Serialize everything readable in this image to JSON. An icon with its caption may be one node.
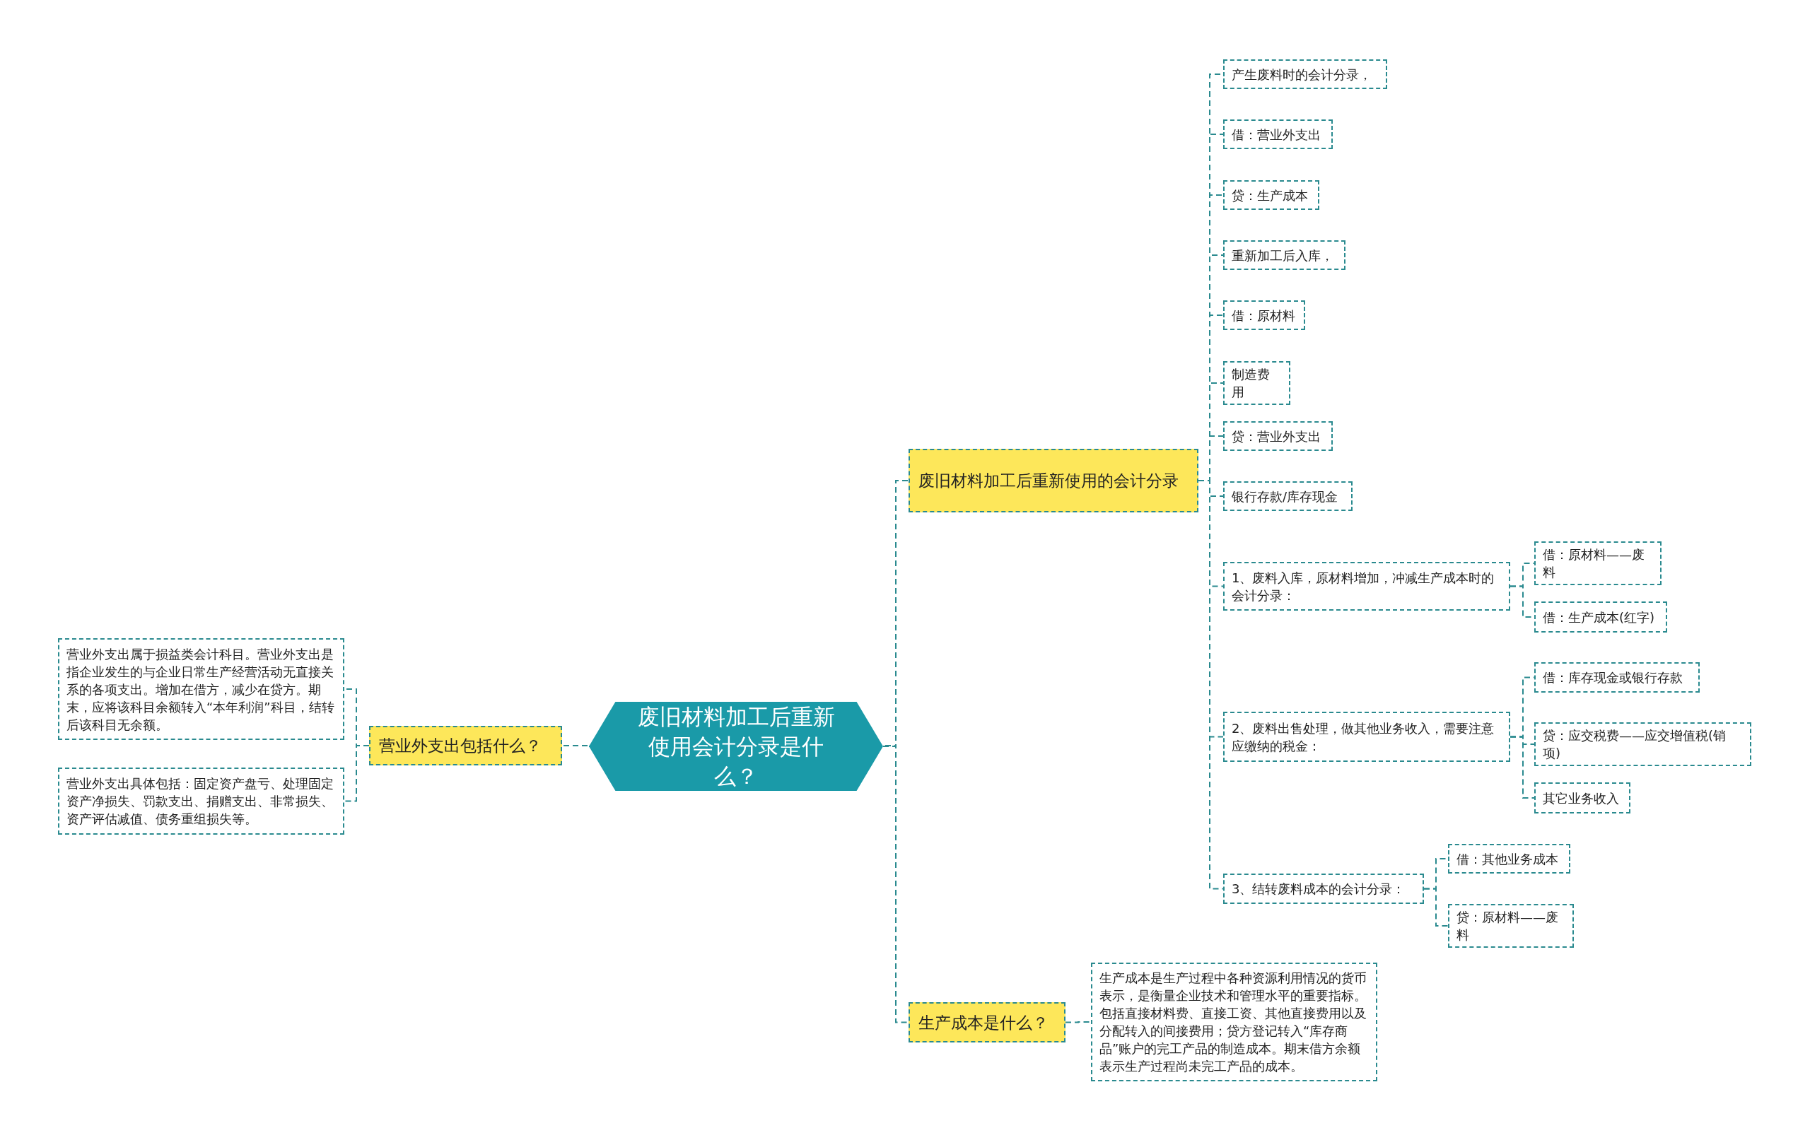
{
  "diagram": {
    "nodes": [
      {
        "text": [
          "废旧材料加工后重新使用会计分录是什么？"
        ]
      },
      {
        "text": [
          "营业外支出包括什么？"
        ]
      },
      {
        "text": [
          "营业外支出属于损益类会计科目。营业外支出是指企业发生的与企业日常生产经营活动无直接关系的各项支出。增加在借方，减少在贷方。期末，应将该科目余额转入“本年利润”科目，结转后该科目无余额。"
        ]
      },
      {
        "text": [
          "营业外支出具体包括：固定资产盘亏、处理固定资产净损失、罚款支出、捐赠支出、非常损失、资产评估减值、债务重组损失等。"
        ]
      },
      {
        "text": [
          "废旧材料加工后重新使用的会计分录"
        ]
      },
      {
        "text": [
          "产生废料时的会计分录，"
        ]
      },
      {
        "text": [
          "借：营业外支出"
        ]
      },
      {
        "text": [
          "贷：生产成本"
        ]
      },
      {
        "text": [
          "重新加工后入库，"
        ]
      },
      {
        "text": [
          "借：原材料"
        ]
      },
      {
        "text": [
          "制造费用"
        ]
      },
      {
        "text": [
          "贷：营业外支出"
        ]
      },
      {
        "text": [
          "银行存款/库存现金"
        ]
      },
      {
        "text": [
          "1、废料入库，原材料增加，冲减生产成本时的会计分录："
        ]
      },
      {
        "text": [
          "借：原材料——废料"
        ]
      },
      {
        "text": [
          "借：生产成本(红字)"
        ]
      },
      {
        "text": [
          "2、废料出售处理，做其他业务收入，需要注意应缴纳的税金："
        ]
      },
      {
        "text": [
          "借：库存现金或银行存款"
        ]
      },
      {
        "text": [
          "贷：应交税费——应交增值税(销项)"
        ]
      },
      {
        "text": [
          "其它业务收入"
        ]
      },
      {
        "text": [
          "3、结转废料成本的会计分录："
        ]
      },
      {
        "text": [
          "借：其他业务成本"
        ]
      },
      {
        "text": [
          "贷：原材料——废料"
        ]
      },
      {
        "text": [
          "生产成本是什么？"
        ]
      },
      {
        "text": [
          "生产成本是生产过程中各种资源利用情况的货币表示，是衡量企业技术和管理水平的重要指标。包括直接材料费、直接工资、其他直接费用以及分配转入的间接费用；贷方登记转入“库存商品”账户的完工产品的制造成本。期末借方余额表示生产过程尚未完工产品的成本。"
        ]
      }
    ],
    "edges": [
      {
        "from": 0,
        "to": 1,
        "arrow": "none"
      },
      {
        "from": 1,
        "to": 2,
        "arrow": "none"
      },
      {
        "from": 1,
        "to": 3,
        "arrow": "none"
      },
      {
        "from": 0,
        "to": 4,
        "arrow": "none"
      },
      {
        "from": 0,
        "to": 23,
        "arrow": "none"
      },
      {
        "from": 4,
        "to": 5,
        "arrow": "none"
      },
      {
        "from": 4,
        "to": 6,
        "arrow": "none"
      },
      {
        "from": 4,
        "to": 7,
        "arrow": "none"
      },
      {
        "from": 4,
        "to": 8,
        "arrow": "none"
      },
      {
        "from": 4,
        "to": 9,
        "arrow": "none"
      },
      {
        "from": 4,
        "to": 10,
        "arrow": "none"
      },
      {
        "from": 4,
        "to": 11,
        "arrow": "none"
      },
      {
        "from": 4,
        "to": 12,
        "arrow": "none"
      },
      {
        "from": 4,
        "to": 13,
        "arrow": "none"
      },
      {
        "from": 4,
        "to": 16,
        "arrow": "none"
      },
      {
        "from": 4,
        "to": 20,
        "arrow": "none"
      },
      {
        "from": 13,
        "to": 14,
        "arrow": "none"
      },
      {
        "from": 13,
        "to": 15,
        "arrow": "none"
      },
      {
        "from": 16,
        "to": 17,
        "arrow": "none"
      },
      {
        "from": 16,
        "to": 18,
        "arrow": "none"
      },
      {
        "from": 16,
        "to": 19,
        "arrow": "none"
      },
      {
        "from": 20,
        "to": 21,
        "arrow": "none"
      },
      {
        "from": 20,
        "to": 22,
        "arrow": "none"
      },
      {
        "from": 23,
        "to": 24,
        "arrow": "none"
      }
    ]
  }
}
